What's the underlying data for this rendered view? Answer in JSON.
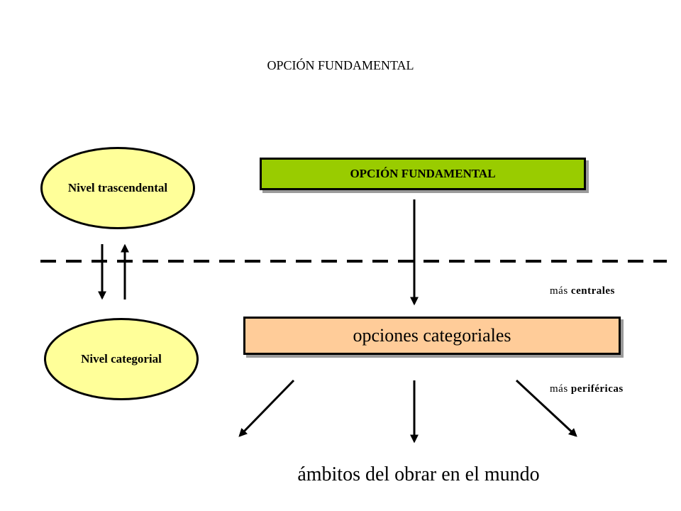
{
  "title": "OPCIÓN FUNDAMENTAL",
  "levels": {
    "transcendental": "Nivel trascendental",
    "categorial": "Nivel categorial"
  },
  "boxes": {
    "fundamental": "OPCIÓN FUNDAMENTAL",
    "categorial": "opciones categoriales"
  },
  "labels": {
    "central_prefix": "más",
    "central_word": "centrales",
    "peripheral_prefix": "más",
    "peripheral_word": "periféricas"
  },
  "bottom": "ámbitos del obrar en el mundo",
  "colors": {
    "ellipse_fill": "#ffff99",
    "fundamental_fill": "#99cc00",
    "categorial_fill": "#ffcc99"
  }
}
